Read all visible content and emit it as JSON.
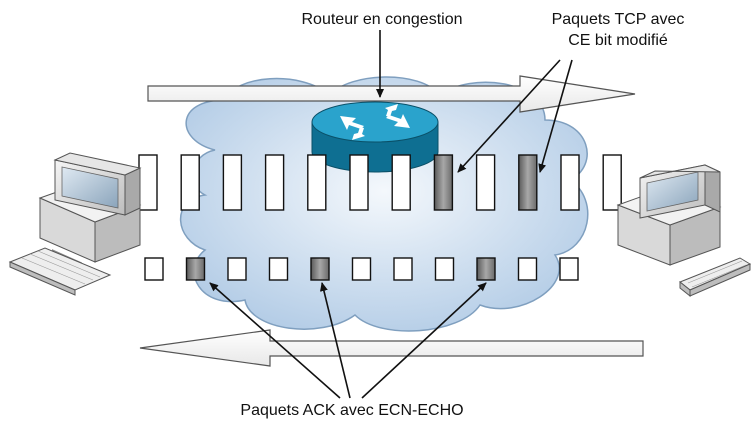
{
  "labels": {
    "router": "Routeur en congestion",
    "tcp_line1": "Paquets TCP avec",
    "tcp_line2": "CE bit modifié",
    "ack": "Paquets ACK avec ECN-ECHO"
  },
  "packets": {
    "top_row": [
      "normal",
      "normal",
      "normal",
      "normal",
      "normal",
      "normal",
      "normal",
      "marked",
      "normal",
      "marked",
      "normal",
      "normal"
    ],
    "bottom_row": [
      "normal",
      "marked",
      "normal",
      "normal",
      "marked",
      "normal",
      "normal",
      "normal",
      "marked",
      "normal",
      "normal"
    ]
  },
  "colors": {
    "cloud": "#c5d8ec",
    "router": "#1f8fb5",
    "marked_packet": "#8a8a8a",
    "normal_packet": "#ffffff"
  }
}
